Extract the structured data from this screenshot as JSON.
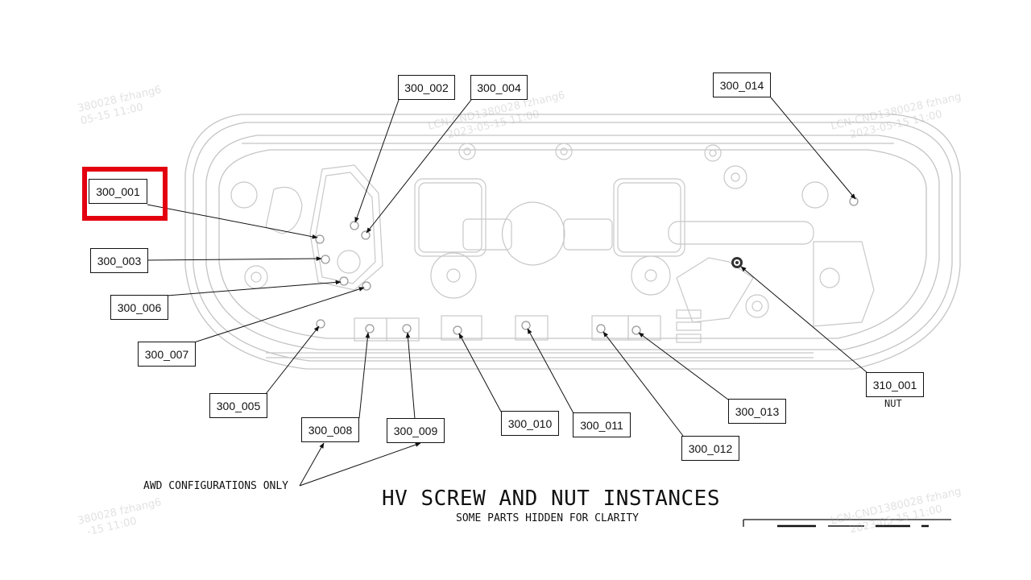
{
  "drawing": {
    "title": "HV SCREW AND NUT INSTANCES",
    "subtitle": "SOME PARTS HIDDEN FOR CLARITY",
    "note": "AWD CONFIGURATIONS ONLY",
    "highlight_color": "#e3000f",
    "highlighted_callout": "300_001"
  },
  "callouts": [
    {
      "id": "300_001",
      "label": "300_001"
    },
    {
      "id": "300_002",
      "label": "300_002"
    },
    {
      "id": "300_003",
      "label": "300_003"
    },
    {
      "id": "300_004",
      "label": "300_004"
    },
    {
      "id": "300_005",
      "label": "300_005"
    },
    {
      "id": "300_006",
      "label": "300_006"
    },
    {
      "id": "300_007",
      "label": "300_007"
    },
    {
      "id": "300_008",
      "label": "300_008"
    },
    {
      "id": "300_009",
      "label": "300_009"
    },
    {
      "id": "300_010",
      "label": "300_010"
    },
    {
      "id": "300_011",
      "label": "300_011"
    },
    {
      "id": "300_012",
      "label": "300_012"
    },
    {
      "id": "300_013",
      "label": "300_013"
    },
    {
      "id": "300_014",
      "label": "300_014"
    },
    {
      "id": "310_001",
      "label": "310_001",
      "sublabel": "NUT"
    }
  ],
  "watermarks": [
    {
      "line1": "380028 fzhang6",
      "line2": "05-15 11:00"
    },
    {
      "line1": "LCN-CND1380028 fzhang6",
      "line2": "2023-05-15 11:00"
    },
    {
      "line1": "LCN-CND1380028 fzhang",
      "line2": "2023-05-15 11:00"
    },
    {
      "line1": "380028 fzhang6",
      "line2": "-15 11:00"
    },
    {
      "line1": "LCN-CND1380028 fzhang",
      "line2": "2023-05-15 11:00"
    }
  ]
}
